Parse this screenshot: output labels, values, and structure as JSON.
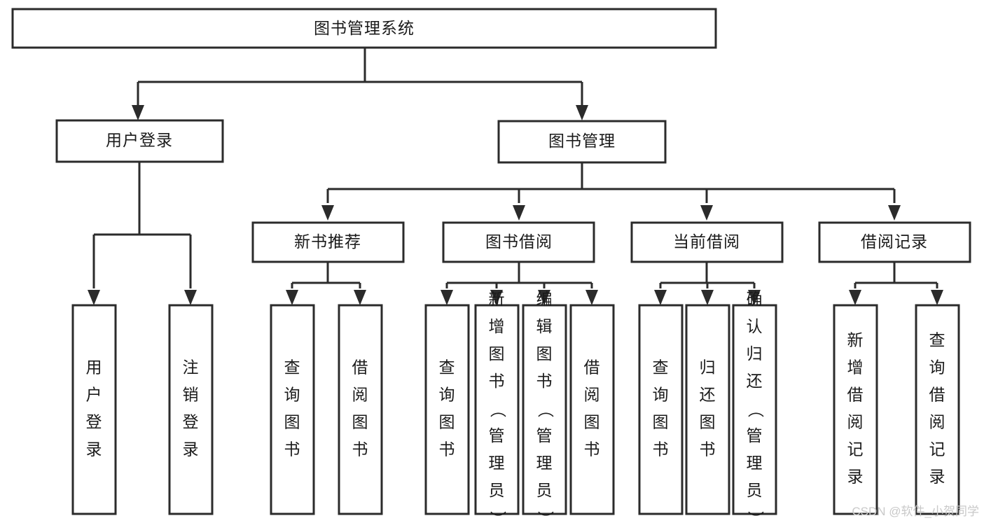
{
  "diagram": {
    "type": "tree",
    "title": "图书管理系统",
    "orientation": "top-down",
    "colors": {
      "box_fill": "#ffffff",
      "box_stroke": "#2b2b2b",
      "connector": "#2b2b2b",
      "text": "#1a1a1a",
      "watermark": "#c9c9c9"
    },
    "levels": {
      "root": {
        "label": "图书管理系统"
      },
      "level2": [
        {
          "id": "user-login",
          "label": "用户登录"
        },
        {
          "id": "book-manage",
          "label": "图书管理"
        }
      ],
      "level3": [
        {
          "id": "new-book-recommend",
          "label": "新书推荐",
          "parent": "book-manage"
        },
        {
          "id": "book-borrow",
          "label": "图书借阅",
          "parent": "book-manage"
        },
        {
          "id": "current-borrow",
          "label": "当前借阅",
          "parent": "book-manage"
        },
        {
          "id": "borrow-record",
          "label": "借阅记录",
          "parent": "book-manage"
        }
      ],
      "leaves": [
        {
          "id": "leaf-user-login",
          "label": "用户登录",
          "parent": "user-login"
        },
        {
          "id": "leaf-logout-login",
          "label": "注销登录",
          "parent": "user-login"
        },
        {
          "id": "leaf-query-book-1",
          "label": "查询图书",
          "parent": "new-book-recommend"
        },
        {
          "id": "leaf-borrow-book-1",
          "label": "借阅图书",
          "parent": "new-book-recommend"
        },
        {
          "id": "leaf-query-book-2",
          "label": "查询图书",
          "parent": "book-borrow"
        },
        {
          "id": "leaf-add-book",
          "label": "新增图书（管理员）",
          "parent": "book-borrow"
        },
        {
          "id": "leaf-edit-book",
          "label": "编辑图书（管理员）",
          "parent": "book-borrow"
        },
        {
          "id": "leaf-borrow-book-2",
          "label": "借阅图书",
          "parent": "book-borrow"
        },
        {
          "id": "leaf-query-book-3",
          "label": "查询图书",
          "parent": "current-borrow"
        },
        {
          "id": "leaf-return-book",
          "label": "归还图书",
          "parent": "current-borrow"
        },
        {
          "id": "leaf-confirm-return",
          "label": "确认归还（管理员）",
          "parent": "current-borrow"
        },
        {
          "id": "leaf-add-record",
          "label": "新增借阅记录",
          "parent": "borrow-record"
        },
        {
          "id": "leaf-query-record",
          "label": "查询借阅记录",
          "parent": "borrow-record"
        }
      ]
    },
    "watermark": "CSDN @软件_小贺同学"
  }
}
